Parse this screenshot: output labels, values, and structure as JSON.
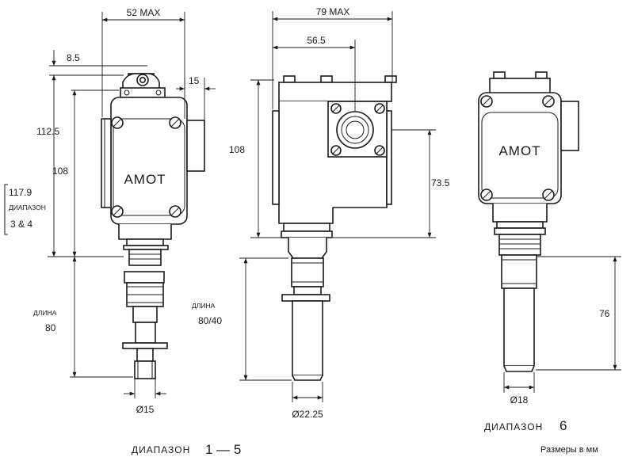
{
  "left_view": {
    "dim_width": "52 MAX",
    "dim_top_gap": "8.5",
    "dim_cover": "15",
    "dim_overall": "112.5",
    "dim_body": "108",
    "dim_range_value": "117.9",
    "dim_range_word": "ДИАПАЗОН",
    "dim_range_nums": "3 & 4",
    "length_word": "ДЛИНА",
    "length_value": "80",
    "brand": "AMOT",
    "dia_bottom": "Ø15"
  },
  "middle_view": {
    "dim_width": "79 MAX",
    "dim_center": "56.5",
    "dim_body": "108",
    "dim_port": "73.5",
    "length_word": "ДЛИНА",
    "length_value": "80/40",
    "dia_bottom": "Ø22.25"
  },
  "right_view": {
    "brand": "AMOT",
    "dim_length": "76",
    "dia_bottom": "Ø18"
  },
  "captions": {
    "range_1_5_word": "ДИАПАЗОН",
    "range_1_5_nums": "1 — 5",
    "range_6_word": "ДИАПАЗОН",
    "range_6_num": "6",
    "units": "Размеры в мм"
  }
}
